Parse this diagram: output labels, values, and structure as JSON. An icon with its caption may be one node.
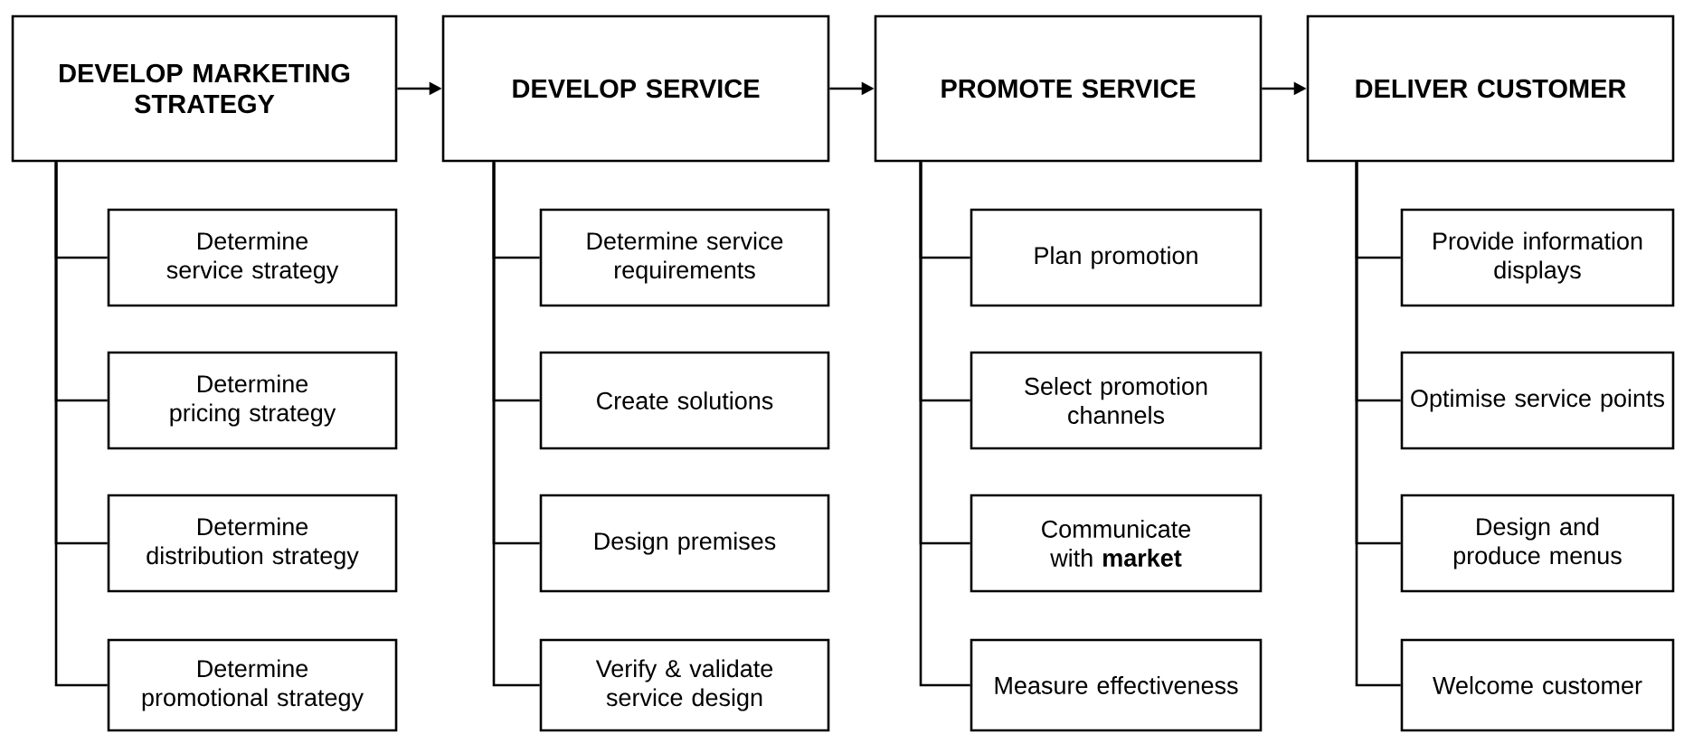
{
  "diagram": {
    "nodes": [
      {
        "text": [
          "DEVELOP MARKETING STRATEGY"
        ]
      },
      {
        "text": [
          "Determine service strategy"
        ]
      },
      {
        "text": [
          "Determine pricing strategy"
        ]
      },
      {
        "text": [
          "Determine distribution strategy"
        ]
      },
      {
        "text": [
          "Determine promotional strategy"
        ]
      },
      {
        "text": [
          "DEVELOP SERVICE"
        ]
      },
      {
        "text": [
          "Determine service requirements"
        ]
      },
      {
        "text": [
          "Create solutions"
        ]
      },
      {
        "text": [
          "Design premises"
        ]
      },
      {
        "text": [
          "Verify & validate service design"
        ]
      },
      {
        "text": [
          "PROMOTE SERVICE"
        ]
      },
      {
        "text": [
          "Plan promotion"
        ]
      },
      {
        "text": [
          "Select promotion channels"
        ]
      },
      {
        "text": [
          "Communicate with **market**"
        ]
      },
      {
        "text": [
          "Measure effectiveness"
        ]
      },
      {
        "text": [
          "DELIVER CUSTOMER"
        ]
      },
      {
        "text": [
          "Provide information displays"
        ]
      },
      {
        "text": [
          "Optimise service points"
        ]
      },
      {
        "text": [
          "Design and produce menus"
        ]
      },
      {
        "text": [
          "Welcome customer"
        ]
      }
    ],
    "edges": [
      {
        "from": 0,
        "to": 5,
        "arrow": "to"
      },
      {
        "from": 5,
        "to": 10,
        "arrow": "to"
      },
      {
        "from": 10,
        "to": 15,
        "arrow": "to"
      },
      {
        "from": 0,
        "to": 1,
        "arrow": "none"
      },
      {
        "from": 0,
        "to": 2,
        "arrow": "none"
      },
      {
        "from": 0,
        "to": 3,
        "arrow": "none"
      },
      {
        "from": 0,
        "to": 4,
        "arrow": "none"
      },
      {
        "from": 5,
        "to": 6,
        "arrow": "none"
      },
      {
        "from": 5,
        "to": 7,
        "arrow": "none"
      },
      {
        "from": 5,
        "to": 8,
        "arrow": "none"
      },
      {
        "from": 5,
        "to": 9,
        "arrow": "none"
      },
      {
        "from": 10,
        "to": 11,
        "arrow": "none"
      },
      {
        "from": 10,
        "to": 12,
        "arrow": "none"
      },
      {
        "from": 10,
        "to": 13,
        "arrow": "none"
      },
      {
        "from": 10,
        "to": 14,
        "arrow": "none"
      },
      {
        "from": 15,
        "to": 16,
        "arrow": "none"
      },
      {
        "from": 15,
        "to": 17,
        "arrow": "none"
      },
      {
        "from": 15,
        "to": 18,
        "arrow": "none"
      },
      {
        "from": 15,
        "to": 19,
        "arrow": "none"
      }
    ]
  }
}
